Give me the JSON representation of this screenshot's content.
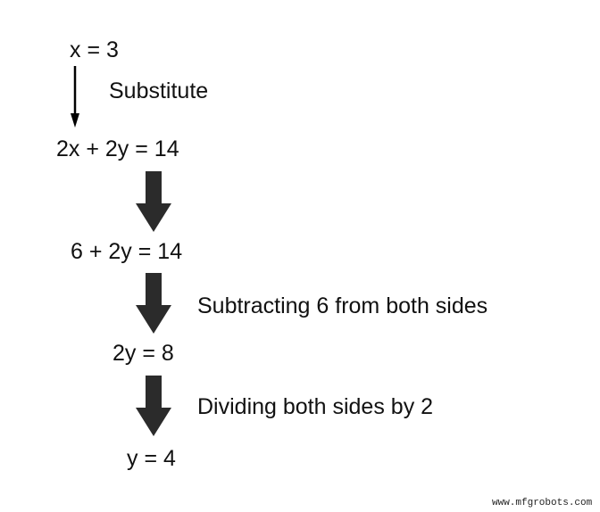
{
  "diagram": {
    "steps": [
      {
        "equation": "x = 3"
      },
      {
        "equation": "2x + 2y = 14"
      },
      {
        "equation": "6 + 2y = 14"
      },
      {
        "equation": "2y = 8"
      },
      {
        "equation": "y = 4"
      }
    ],
    "annotations": [
      {
        "label": "Substitute"
      },
      {
        "label": "Subtracting 6 from both sides"
      },
      {
        "label": "Dividing both sides by 2"
      }
    ],
    "colors": {
      "thin_arrow": "#000000",
      "thick_arrow": "#2b2b2b",
      "text": "#111111",
      "background": "#ffffff"
    }
  },
  "watermark": "www.mfgrobots.com"
}
